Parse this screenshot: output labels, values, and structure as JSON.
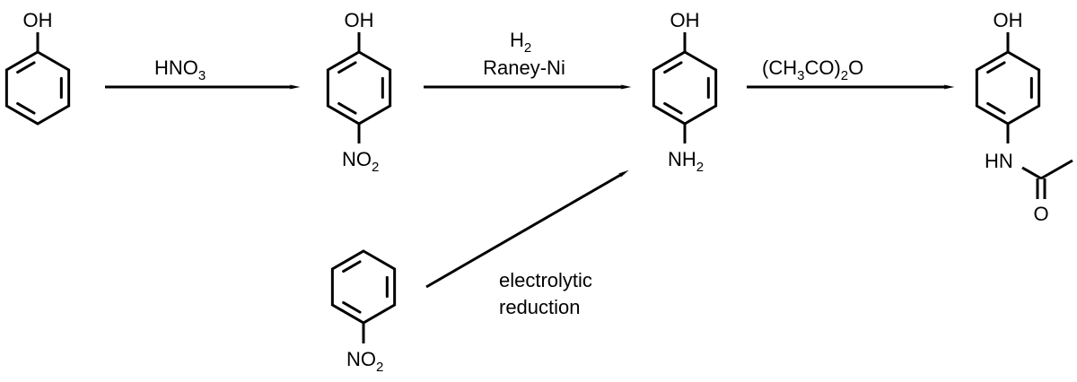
{
  "molecules": {
    "phenol": {
      "oh": "OH"
    },
    "p_nitrophenol": {
      "oh": "OH",
      "group": "NO",
      "group_sub": "2"
    },
    "p_aminophenol": {
      "oh": "OH",
      "group": "NH",
      "group_sub": "2"
    },
    "paracetamol": {
      "oh": "OH",
      "nh": "HN",
      "o": "O"
    },
    "nitrobenzene": {
      "group": "NO",
      "group_sub": "2"
    }
  },
  "reagents": {
    "step1": {
      "text": "HNO",
      "sub": "3"
    },
    "step2": {
      "line1": "H",
      "line1_sub": "2",
      "line2": "Raney-Ni"
    },
    "step3": {
      "pre": "(CH",
      "sub1": "3",
      "mid": "CO)",
      "sub2": "2",
      "post": "O"
    },
    "alt": {
      "line1": "electrolytic",
      "line2": "reduction"
    }
  }
}
